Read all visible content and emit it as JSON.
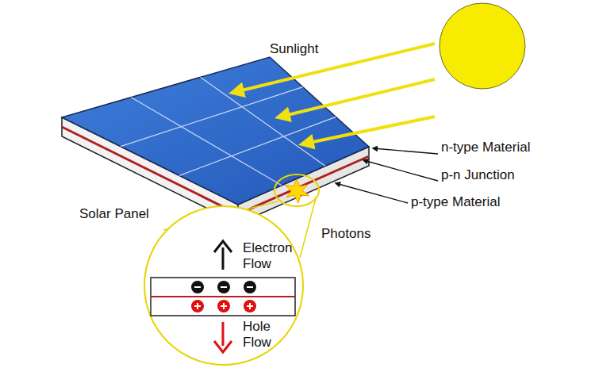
{
  "diagram": {
    "labels": [
      "Sunlight",
      "n-type Material",
      "p-n Junction",
      "p-type Material",
      "Solar Panel",
      "Photons",
      "Electron Flow",
      "Hole Flow"
    ]
  }
}
